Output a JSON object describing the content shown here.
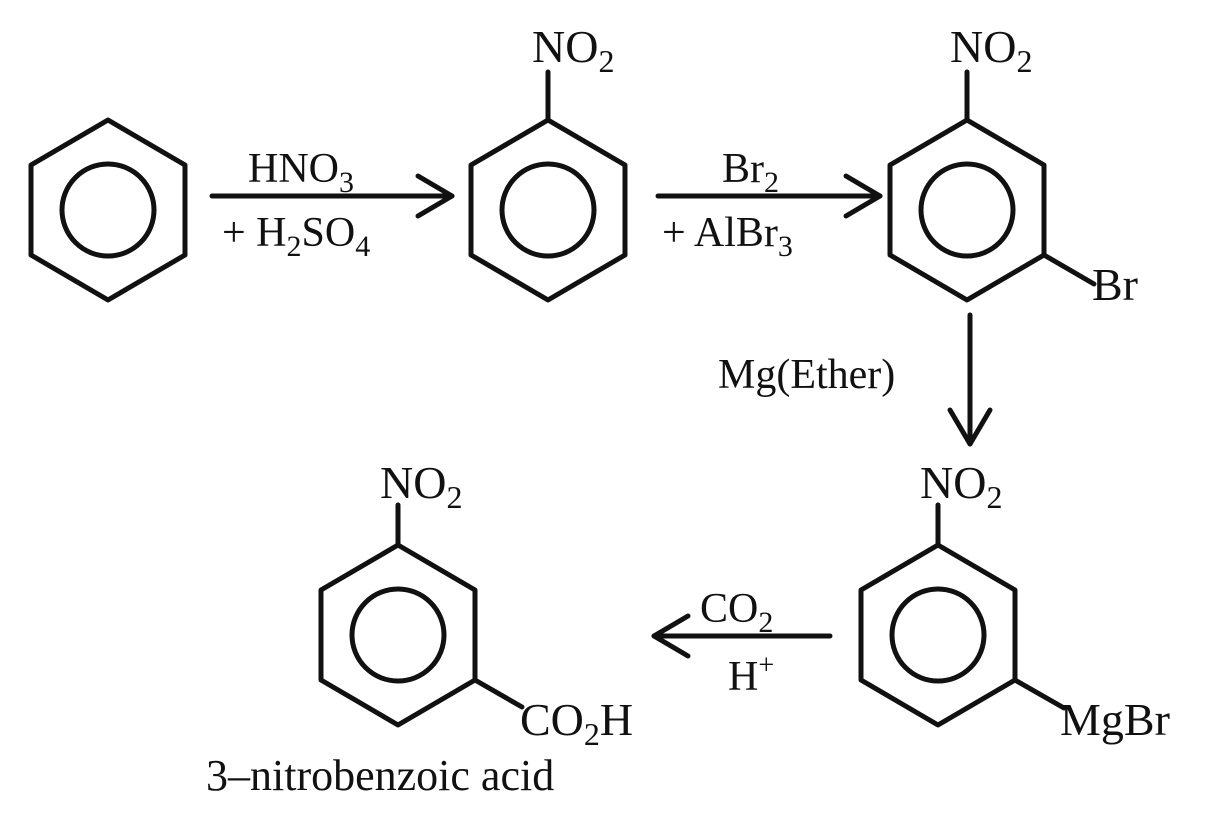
{
  "compounds": {
    "nitrobenzene": {
      "substituent": {
        "main": "NO",
        "sub": "2"
      }
    },
    "m_bromonitrobenzene": {
      "substituent_top": {
        "main": "NO",
        "sub": "2"
      },
      "substituent_meta": "Br"
    },
    "grignard": {
      "substituent_top": {
        "main": "NO",
        "sub": "2"
      },
      "substituent_meta": "MgBr"
    },
    "product": {
      "substituent_top": {
        "main": "NO",
        "sub": "2"
      },
      "substituent_meta": {
        "pre": "CO",
        "sub": "2",
        "post": "H"
      },
      "name": "3–nitrobenzoic acid"
    }
  },
  "steps": {
    "nitration": {
      "reagent_top": {
        "pre": "HNO",
        "sub": "3"
      },
      "reagent_bottom": {
        "pre": "+ H",
        "sub1": "2",
        "mid": "SO",
        "sub2": "4"
      }
    },
    "bromination": {
      "reagent_top": {
        "pre": "Br",
        "sub": "2"
      },
      "reagent_bottom": {
        "pre": "+ AlBr",
        "sub": "3"
      }
    },
    "grignard_formation": {
      "reagent": "Mg(Ether)"
    },
    "carboxylation": {
      "reagent_top": {
        "pre": "CO",
        "sub": "2"
      },
      "reagent_bottom": {
        "pre": "H",
        "sup": "+"
      }
    }
  }
}
